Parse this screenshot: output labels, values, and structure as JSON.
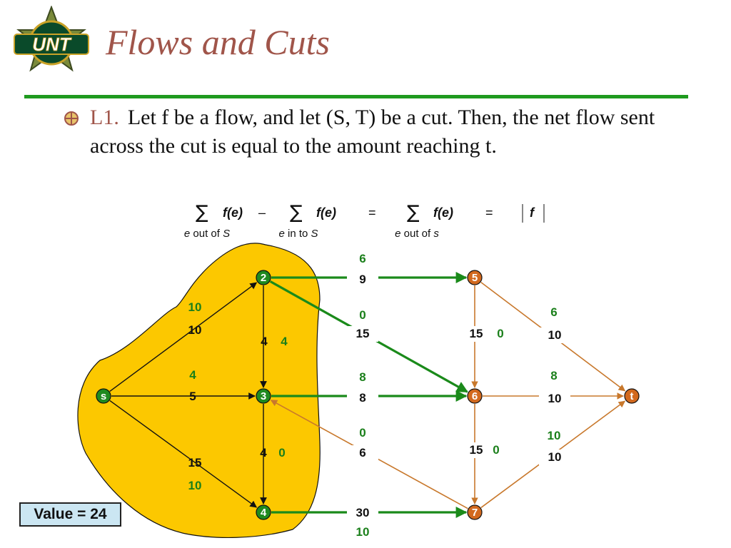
{
  "slide": {
    "title": "Flows and Cuts",
    "logo_text": "UNT",
    "lemma_id": "L1.",
    "lemma_text": "Let f be a flow, and let (S, T) be a cut.  Then, the net flow sent across the cut is equal to the amount reaching t.",
    "value_box": "Value = 24"
  },
  "formula": {
    "sum_symbol": "∑",
    "term1": "f(e)",
    "minus": "–",
    "term2": "f(e)",
    "eq1": "=",
    "term3": "f(e)",
    "eq2": "=",
    "abs_f": "f",
    "sub1_e": "e",
    "sub1_rest": " out of ",
    "sub1_set": "S",
    "sub2_e": "e",
    "sub2_rest": " in to ",
    "sub2_set": "S",
    "sub3_e": "e",
    "sub3_rest": " out of ",
    "sub3_set": "s"
  },
  "colors": {
    "cut_region": "#fcc800",
    "source_side_node": "#1f8a1f",
    "sink_side_node": "#d2691e",
    "forward_edge": "#1a8a1a",
    "other_edge": "#c8782c",
    "capacity_text": "#111111",
    "flow_text": "#1a7f1a"
  },
  "graph": {
    "nodes": [
      {
        "id": "s",
        "label": "s",
        "side": "S"
      },
      {
        "id": "2",
        "label": "2",
        "side": "S"
      },
      {
        "id": "3",
        "label": "3",
        "side": "S"
      },
      {
        "id": "4",
        "label": "4",
        "side": "S"
      },
      {
        "id": "5",
        "label": "5",
        "side": "T"
      },
      {
        "id": "6",
        "label": "6",
        "side": "T"
      },
      {
        "id": "7",
        "label": "7",
        "side": "T"
      },
      {
        "id": "t",
        "label": "t",
        "side": "T"
      }
    ],
    "edges": [
      {
        "from": "s",
        "to": "2",
        "capacity": "10",
        "flow": "10"
      },
      {
        "from": "s",
        "to": "3",
        "capacity": "5",
        "flow": "4"
      },
      {
        "from": "s",
        "to": "4",
        "capacity": "15",
        "flow": "10"
      },
      {
        "from": "2",
        "to": "3",
        "capacity": "4",
        "flow": "4"
      },
      {
        "from": "3",
        "to": "4",
        "capacity": "4",
        "flow": "0"
      },
      {
        "from": "2",
        "to": "5",
        "capacity": "9",
        "flow": "6"
      },
      {
        "from": "2",
        "to": "6",
        "capacity": "15",
        "flow": "0"
      },
      {
        "from": "3",
        "to": "6",
        "capacity": "8",
        "flow": "8"
      },
      {
        "from": "7",
        "to": "3",
        "capacity": "6",
        "flow": "0"
      },
      {
        "from": "4",
        "to": "7",
        "capacity": "30",
        "flow": "10"
      },
      {
        "from": "5",
        "to": "6",
        "capacity": "15",
        "flow": "0"
      },
      {
        "from": "6",
        "to": "7",
        "capacity": "15",
        "flow": "0"
      },
      {
        "from": "5",
        "to": "t",
        "capacity": "10",
        "flow": "6"
      },
      {
        "from": "6",
        "to": "t",
        "capacity": "10",
        "flow": "8"
      },
      {
        "from": "7",
        "to": "t",
        "capacity": "10",
        "flow": "10"
      }
    ]
  }
}
